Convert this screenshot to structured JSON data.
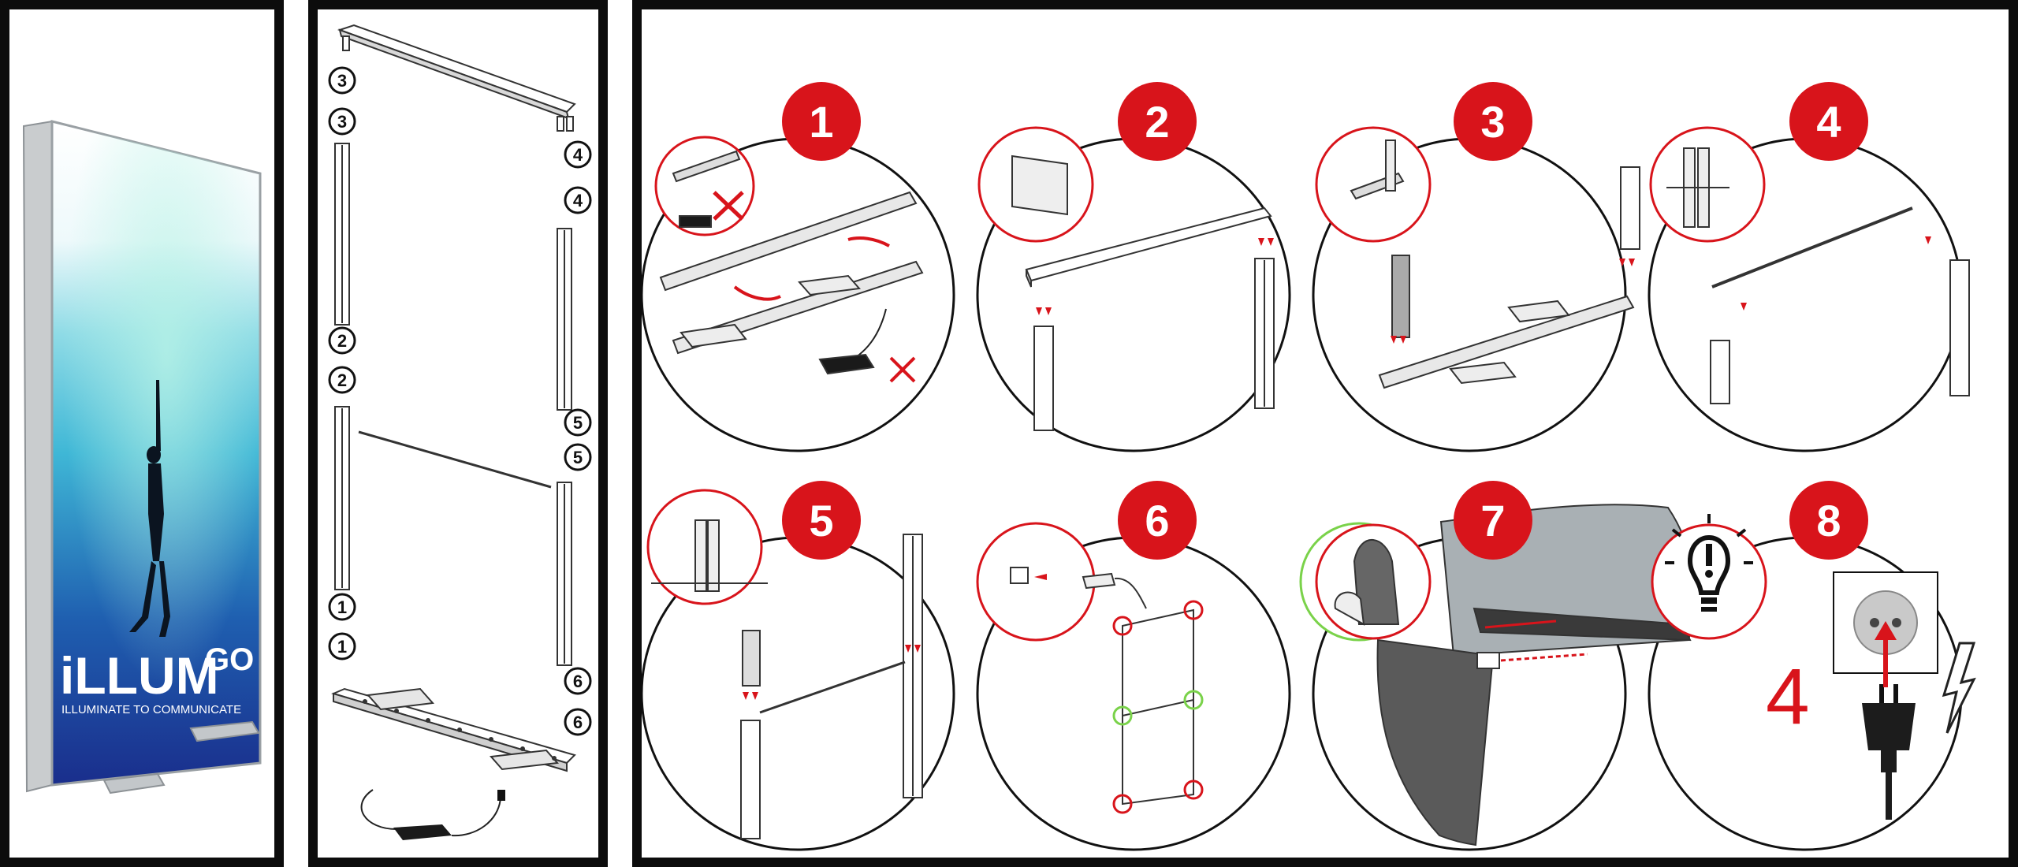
{
  "product": {
    "brand_prefix": "iLLUM",
    "brand_suffix": "GO",
    "tagline": "ILLUMINATE TO COMMUNICATE"
  },
  "parts": {
    "left_numbers": [
      "3",
      "3",
      "2",
      "2",
      "1",
      "1"
    ],
    "right_numbers": [
      "4",
      "4",
      "5",
      "5",
      "6",
      "6"
    ]
  },
  "steps": [
    {
      "number": "1"
    },
    {
      "number": "2"
    },
    {
      "number": "3"
    },
    {
      "number": "4"
    },
    {
      "number": "5"
    },
    {
      "number": "6"
    },
    {
      "number": "7"
    },
    {
      "number": "8",
      "lamp_count": "4"
    }
  ],
  "colors": {
    "accent_red": "#d8141b",
    "frame_black": "#0c0c0c",
    "check_green": "#7ad24a",
    "fabric_grey": "#5a5a5a",
    "panel_grey": "#a9b0b4"
  }
}
